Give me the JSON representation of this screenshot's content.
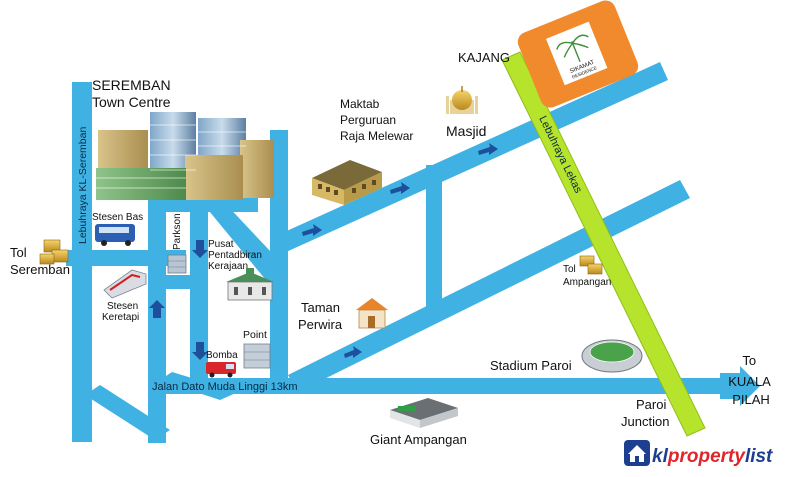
{
  "labels": {
    "seremban_town": [
      "SEREMBAN",
      "Town Centre"
    ],
    "tol_seremban": [
      "Tol",
      "Seremban"
    ],
    "stesen_bas": "Stesen Bas",
    "parkson": "Parkson",
    "pusat": [
      "Pusat",
      "Pentadbiran",
      "Kerajaan"
    ],
    "stesen_keretapi": [
      "Stesen",
      "Keretapi"
    ],
    "bomba": "Bomba",
    "point": "Point",
    "jalan_dato": "Jalan Dato Muda Linggi 13km",
    "lebuhraya_kl": "Lebuhraya KL-Seremban",
    "maktab": [
      "Maktab",
      "Perguruan",
      "Raja Melewar"
    ],
    "masjid": "Masjid",
    "kajang": "KAJANG",
    "lebuhraya_lekas": "Lebuhraya Lekas",
    "tol_ampangan": [
      "Tol",
      "Ampangan"
    ],
    "taman_perwira": [
      "Taman",
      "Perwira"
    ],
    "stadium_paroi": "Stadium Paroi",
    "giant_ampangan": "Giant Ampangan",
    "paroi_junction": [
      "Paroi",
      "Junction"
    ],
    "to_kuala_pilah": [
      "To",
      "KUALA",
      "PILAH"
    ],
    "sikamat_logo": [
      "SIKAMAT",
      "RESIDENCE"
    ]
  },
  "brand": {
    "logo_part1": "kl",
    "logo_part2": "property",
    "logo_part3": "list"
  },
  "colors": {
    "road": "#3fb1e3",
    "highway": "#b6e32c",
    "arrow": "#1d4f9a",
    "sikamat_badge": "#f08a2c",
    "brand_navy": "#1c3f8f",
    "brand_red": "#e0262b"
  },
  "icons": [
    "building-cluster-icon",
    "coins-icon",
    "bus-icon",
    "train-icon",
    "government-building-icon",
    "fire-truck-icon",
    "mall-icon",
    "college-building-icon",
    "mosque-icon",
    "house-icon",
    "stadium-icon",
    "supermarket-icon",
    "palm-tree-icon",
    "home-logo-icon"
  ]
}
